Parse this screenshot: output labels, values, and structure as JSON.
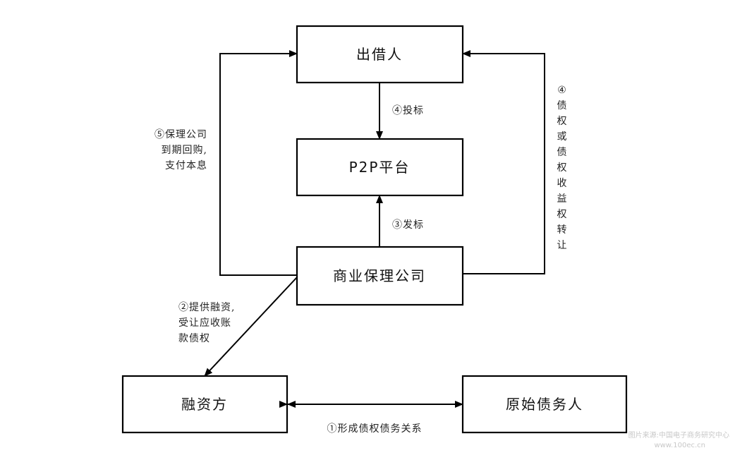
{
  "nodes": {
    "lender": "出借人",
    "p2p_platform": "P2P平台",
    "factoring_company": "商业保理公司",
    "financing_party": "融资方",
    "original_debtor": "原始债务人"
  },
  "edges": {
    "invest": "④投标",
    "issue": "③发标",
    "buyback": [
      "⑤保理公司",
      "到期回购,",
      "支付本息"
    ],
    "transfer": [
      "④",
      "债",
      "权",
      "或",
      "债",
      "权",
      "收",
      "益",
      "权",
      "转",
      "让"
    ],
    "financing": [
      "②提供融资,",
      "受让应收账",
      "款债权"
    ],
    "debt_relation": "①形成债权债务关系"
  },
  "watermark": [
    "图片来源:中国电子商务研究中心",
    "www.100ec.cn"
  ]
}
